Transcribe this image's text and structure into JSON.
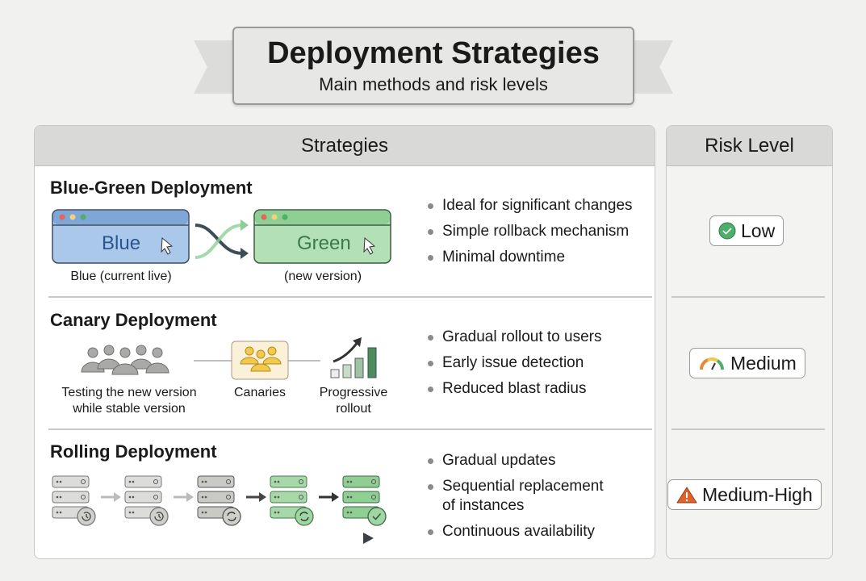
{
  "header": {
    "title": "Deployment Strategies",
    "subtitle": "Main methods and risk levels"
  },
  "strategies_header": "Strategies",
  "risk_header": "Risk Level",
  "blue_green": {
    "title": "Blue-Green Deployment",
    "blue_label": "Blue",
    "green_label": "Green",
    "blue_caption": "Blue (current live)",
    "green_caption": "(new version)",
    "bullets": [
      "Ideal for significant changes",
      "Simple rollback mechanism",
      "Minimal downtime"
    ],
    "risk": "Low"
  },
  "canary": {
    "title": "Canary Deployment",
    "caption_users": "Testing the new version\nwhile stable version",
    "caption_canaries": "Canaries",
    "caption_rollout": "Progressive\nrollout",
    "bullets": [
      "Gradual rollout to users",
      "Early issue detection",
      "Reduced blast radius"
    ],
    "risk": "Medium"
  },
  "rolling": {
    "title": "Rolling Deployment",
    "bullets": [
      "Gradual updates",
      "Sequential replacement\nof instances",
      "Continuous availability"
    ],
    "risk": "Medium-High"
  },
  "colors": {
    "blue": "#a9c8ea",
    "green": "#a6d8a8",
    "low": "#4caf6a",
    "warn": "#e0622c"
  }
}
